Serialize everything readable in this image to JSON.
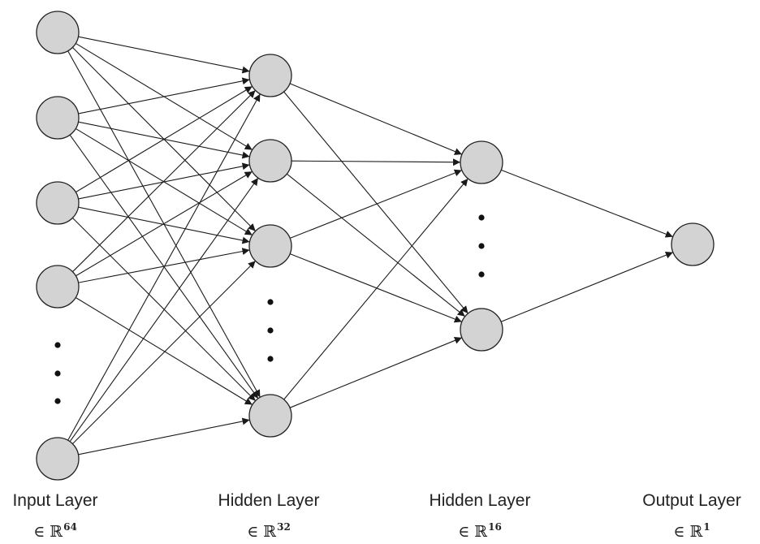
{
  "diagram": {
    "type": "feedforward-neural-network",
    "edge_color": "#1a1a1a",
    "node_fill": "#d3d3d3",
    "node_stroke": "#222222",
    "ellipsis_glyph": "⋮",
    "layers": [
      {
        "id": "input",
        "name": "Input Layer",
        "set_symbol": "∈ ℝ",
        "dim": "64",
        "drawn_nodes": 5
      },
      {
        "id": "hidden1",
        "name": "Hidden Layer",
        "set_symbol": "∈ ℝ",
        "dim": "32",
        "drawn_nodes": 4
      },
      {
        "id": "hidden2",
        "name": "Hidden Layer",
        "set_symbol": "∈ ℝ",
        "dim": "16",
        "drawn_nodes": 2
      },
      {
        "id": "output",
        "name": "Output Layer",
        "set_symbol": "∈ ℝ",
        "dim": "1",
        "drawn_nodes": 1
      }
    ],
    "connectivity": "fully-connected"
  }
}
